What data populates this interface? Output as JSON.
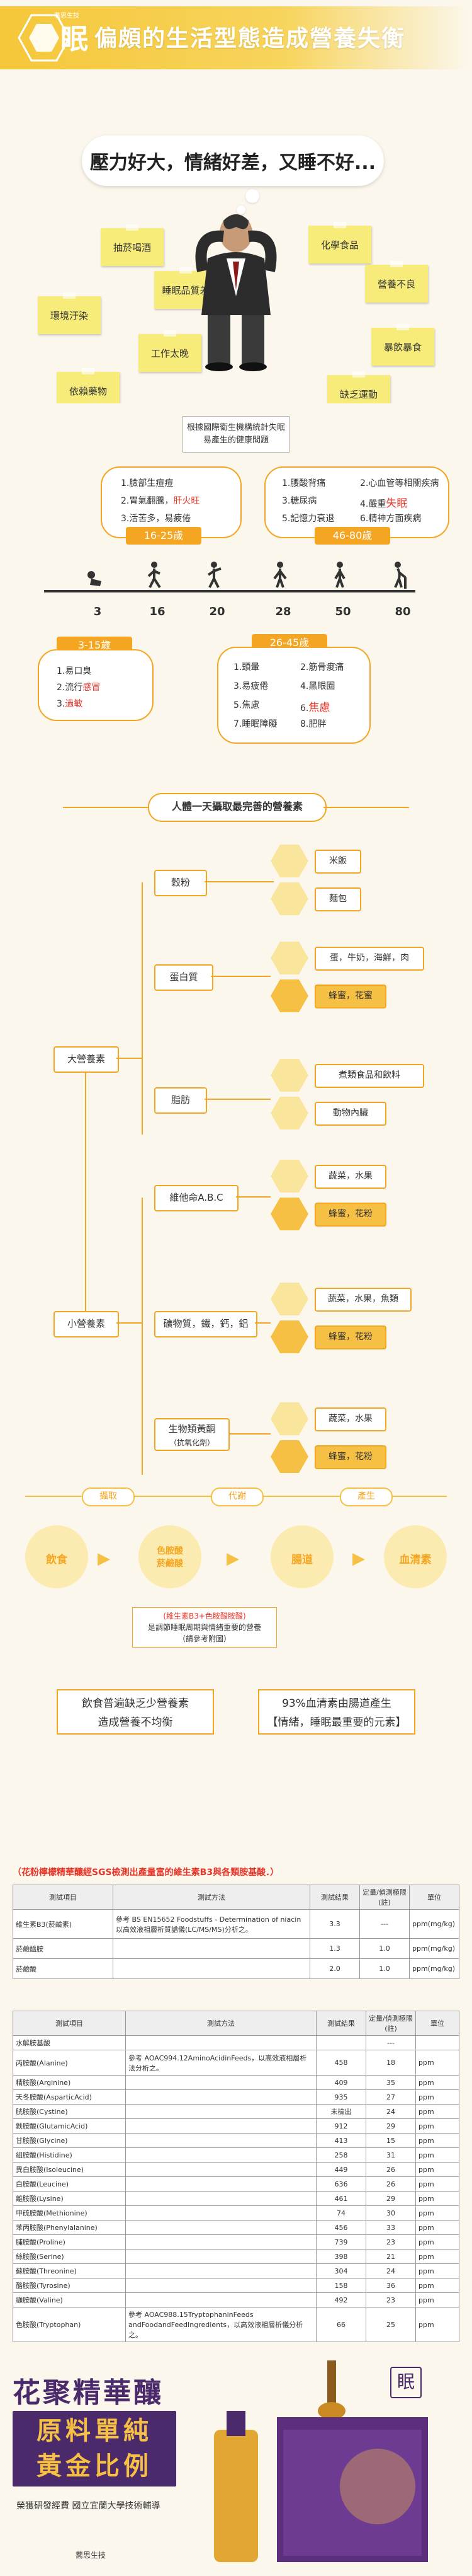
{
  "banner": {
    "logo_text": "眠",
    "logo_caption": "蕎思生技",
    "title": "偏頗的生活型態造成營養失衡"
  },
  "hero": {
    "bubble": "壓力好大，情緒好差，又睡不好...",
    "notes": [
      "抽菸喝酒",
      "化學食品",
      "營養不良",
      "暴飲暴食",
      "缺乏運動",
      "依賴藥物",
      "環境汙染",
      "工作太晚",
      "睡眠品質差"
    ]
  },
  "life": {
    "heading": [
      "根據國際衛生機構統計失眠",
      "易產生的健康問題"
    ],
    "box_16_25": [
      {
        "label": "1.臉部生痘痘",
        "red": ""
      },
      {
        "label": "2.胃氣翻騰，",
        "red": "肝火旺"
      },
      {
        "label": "3.活苦多，易疲倦",
        "red": ""
      }
    ],
    "tag_16_25": "16-25歲",
    "box_46_80": [
      {
        "label": "1.腰酸背痛",
        "red": ""
      },
      {
        "label": "2.心血管等相關疾病",
        "red": ""
      },
      {
        "label": "3.糖尿病",
        "red": ""
      },
      {
        "label": "4.嚴重",
        "red": "失眠"
      },
      {
        "label": "5.記憶力衰退",
        "red": ""
      },
      {
        "label": "6.精神方面疾病",
        "red": ""
      }
    ],
    "tag_46_80": "46-80歲",
    "ages": [
      "3",
      "16",
      "20",
      "28",
      "50",
      "80"
    ],
    "tag_3_15": "3-15歲",
    "box_3_15": [
      {
        "label": "1.易口臭",
        "red": ""
      },
      {
        "label": "2.流行",
        "red": "感冒"
      },
      {
        "label": "3.",
        "red": "過敏"
      }
    ],
    "tag_26_45": "26-45歲",
    "box_26_45": [
      {
        "label": "1.頭暈",
        "red": ""
      },
      {
        "label": "2.筋骨痠痛",
        "red": ""
      },
      {
        "label": "3.易疲倦",
        "red": ""
      },
      {
        "label": "4.黑眼圈",
        "red": ""
      },
      {
        "label": "5.焦慮",
        "red": ""
      },
      {
        "label": "6.",
        "red": "焦慮"
      },
      {
        "label": "7.睡眠障礙",
        "red": ""
      },
      {
        "label": "8.肥胖",
        "red": ""
      }
    ]
  },
  "nutri": {
    "heading": "人體一天攝取最完善的營養素",
    "macro": "大營養素",
    "micro": "小營養素",
    "grain": "穀粉",
    "rice": "米飯",
    "bread": "麵包",
    "protein": "蛋白質",
    "protein_a": "蛋，牛奶，海鮮，肉",
    "protein_b": "蜂蜜，花蜜",
    "fat": "脂肪",
    "fat_a": "煮類食品和飲料",
    "fat_b": "動物內臟",
    "vit": "維他命A.B.C",
    "vit_a": "蔬菜，水果",
    "vit_b": "蜂蜜，花粉",
    "mineral": "礦物質，鐵，鈣，鋁",
    "mineral_a": "蔬菜，水果，魚類",
    "mineral_b": "蜂蜜，花粉",
    "bio": "生物類黃酮",
    "bio_sub": "（抗氧化劑）",
    "bio_a": "蔬菜，水果",
    "bio_b": "蜂蜜，花粉"
  },
  "flow": {
    "tags": [
      "攝取",
      "代謝",
      "產生"
    ],
    "circles": [
      "飲食",
      "色胺酸\n菸鹼酸",
      "腸道",
      "血清素"
    ],
    "note": [
      "(維生素B3+色胺酸胺酸)",
      "是調節睡眠周期與情緒重要的營養",
      "（請參考附圖）"
    ],
    "left_box": [
      "飲食普遍缺乏少營養素",
      "造成營養不均衡"
    ],
    "right_box": [
      "93%血清素由腸道產生",
      "【情緒，睡眠最重要的元素】"
    ]
  },
  "t1": {
    "caption": "（花粉檸檬精華釀經SGS檢測出產量富的維生素B3與各類胺基酸．）",
    "headers": [
      "測試項目",
      "測試方法",
      "測試結果",
      "定量/偵測極限(註)",
      "單位"
    ],
    "rows": [
      [
        "維生素B3(菸鹼素)",
        "參考 BS EN15652 Foodstuffs - Determination of niacin 以高效液相層析質譜儀(LC/MS/MS)分析之。",
        "3.3",
        "---",
        "ppm(mg/kg)"
      ],
      [
        "菸鹼醯胺",
        "",
        "1.3",
        "1.0",
        "ppm(mg/kg)"
      ],
      [
        "菸鹼酸",
        "",
        "2.0",
        "1.0",
        "ppm(mg/kg)"
      ]
    ]
  },
  "t2": {
    "headers": [
      "測試項目",
      "測試方法",
      "測試結果",
      "定量/偵測極限(註)",
      "單位"
    ],
    "rows": [
      [
        "水解胺基酸",
        "",
        "",
        "---",
        ""
      ],
      [
        "丙胺酸(Alanine)",
        "參考 AOAC994.12AminoAcidinFeeds，以高效液相層析法分析之。",
        "458",
        "18",
        "ppm"
      ],
      [
        "精胺酸(Arginine)",
        "",
        "409",
        "35",
        "ppm"
      ],
      [
        "天冬胺酸(AsparticAcid)",
        "",
        "935",
        "27",
        "ppm"
      ],
      [
        "胱胺酸(Cystine)",
        "",
        "未檢出",
        "24",
        "ppm"
      ],
      [
        "麩胺酸(GlutamicAcid)",
        "",
        "912",
        "29",
        "ppm"
      ],
      [
        "甘胺酸(Glycine)",
        "",
        "413",
        "15",
        "ppm"
      ],
      [
        "組胺酸(Histidine)",
        "",
        "258",
        "31",
        "ppm"
      ],
      [
        "異白胺酸(Isoleucine)",
        "",
        "449",
        "26",
        "ppm"
      ],
      [
        "白胺酸(Leucine)",
        "",
        "636",
        "26",
        "ppm"
      ],
      [
        "離胺酸(Lysine)",
        "",
        "461",
        "29",
        "ppm"
      ],
      [
        "甲硫胺酸(Methionine)",
        "",
        "74",
        "30",
        "ppm"
      ],
      [
        "苯丙胺酸(Phenylalanine)",
        "",
        "456",
        "33",
        "ppm"
      ],
      [
        "脯胺酸(Proline)",
        "",
        "739",
        "23",
        "ppm"
      ],
      [
        "絲胺酸(Serine)",
        "",
        "398",
        "21",
        "ppm"
      ],
      [
        "蘇胺酸(Threonine)",
        "",
        "304",
        "24",
        "ppm"
      ],
      [
        "酪胺酸(Tyrosine)",
        "",
        "158",
        "36",
        "ppm"
      ],
      [
        "纈胺酸(Valine)",
        "",
        "492",
        "23",
        "ppm"
      ],
      [
        "色胺酸(Tryptophan)",
        "參考 AOAC988.15TryptophaninFeeds andFoodandFeedIngredients，以高效液相層析儀分析之。",
        "66",
        "25",
        "ppm"
      ]
    ]
  },
  "product": {
    "title": "花聚精華釀",
    "box_line1": "原料單純",
    "box_line2": "黃金比例",
    "sub": "榮獲研發經費 國立宜蘭大學技術輔導",
    "brand": "蕎思生技",
    "seal": "眠"
  }
}
